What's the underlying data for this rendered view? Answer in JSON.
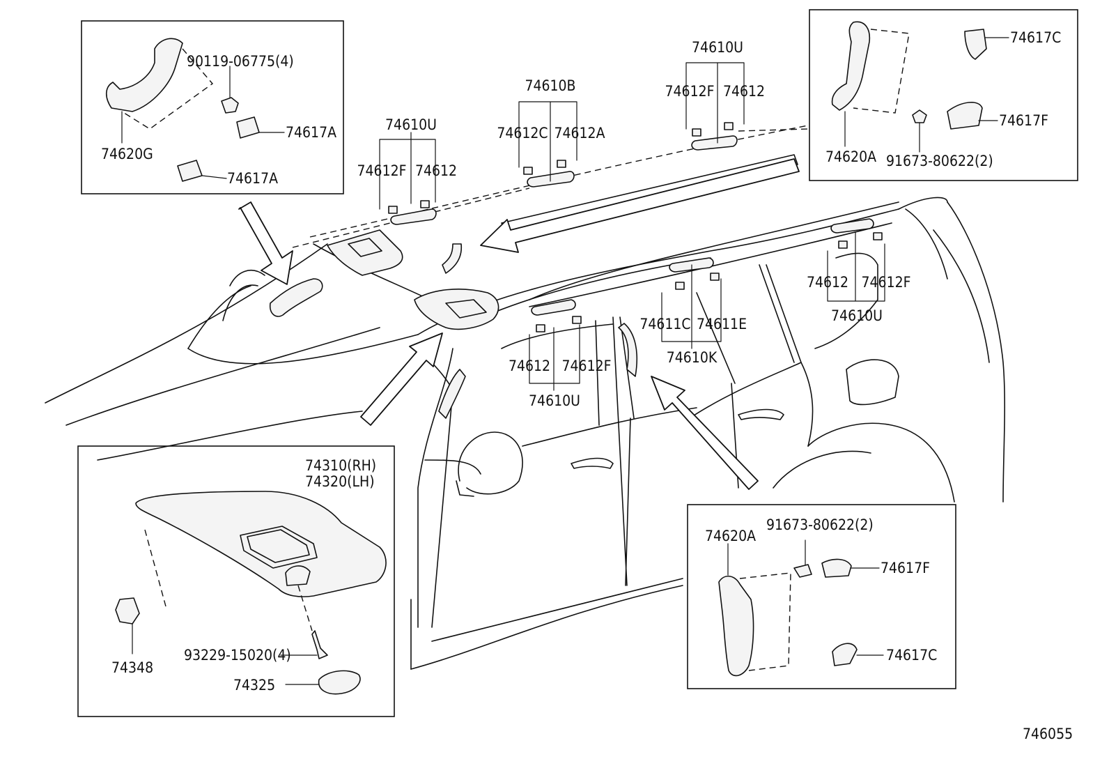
{
  "diagram_number": "746055",
  "labels": {
    "inset_tl_bolt": "90119-06775(4)",
    "inset_tl_cover_a1": "74617A",
    "inset_tl_handle": "74620G",
    "inset_tl_cover_a2": "74617A",
    "inset_tr_cover_c": "74617C",
    "inset_tr_cover_f": "74617F",
    "inset_tr_handle": "74620A",
    "inset_tr_screw": "91673-80622(2)",
    "inset_br_handle": "74620A",
    "inset_br_screw": "91673-80622(2)",
    "inset_br_cover_f": "74617F",
    "inset_br_cover_c": "74617C",
    "visor_rh": "74310(RH)",
    "visor_lh": "74320(LH)",
    "visor_holder": "74348",
    "visor_screw": "93229-15020(4)",
    "visor_cap": "74325",
    "g1_assy": "74610U",
    "g1_left": "74612F",
    "g1_right": "74612",
    "g2_assy": "74610B",
    "g2_left": "74612C",
    "g2_right": "74612A",
    "g3_assy": "74610U",
    "g3_left": "74612F",
    "g3_right": "74612",
    "g4_assy": "74610U",
    "g4_left": "74612",
    "g4_right": "74612F",
    "g5_assy": "74610K",
    "g5_left": "74611C",
    "g5_right": "74611E",
    "g6_assy": "74610U",
    "g6_left": "74612",
    "g6_right": "74612F"
  }
}
